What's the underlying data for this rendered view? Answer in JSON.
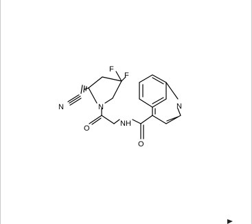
{
  "molecule": {
    "atoms": {
      "F1": "F",
      "F2": "F",
      "N_nitrile": "N",
      "N_ring": "N",
      "O_amide1": "O",
      "NH_amide": "NH",
      "O_amide2": "O",
      "N_quinoline": "N"
    }
  },
  "colors": {
    "bond": "#000000",
    "background": "#ffffff",
    "frame": "#c8c8c8"
  }
}
